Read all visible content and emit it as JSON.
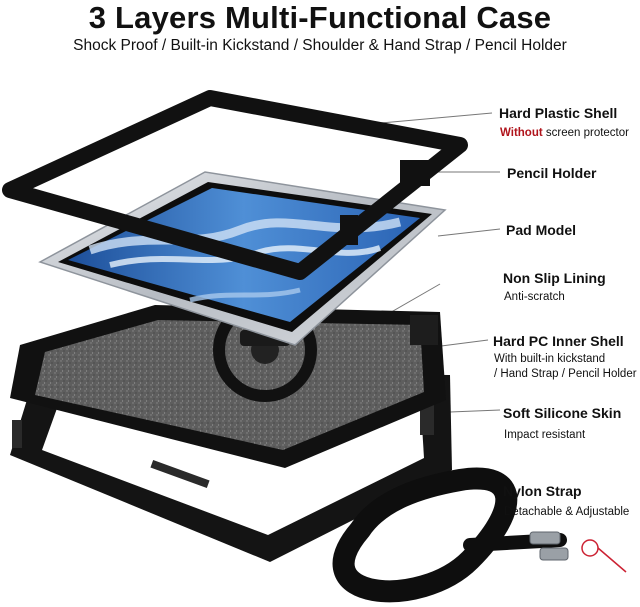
{
  "header": {
    "title": "3 Layers Multi-Functional Case",
    "subtitle": "Shock Proof / Built-in Kickstand / Shoulder & Hand Strap / Pencil Holder"
  },
  "callouts": [
    {
      "label": "Hard Plastic Shell",
      "note_highlight": "Without",
      "note_rest": " screen protector"
    },
    {
      "label": "Pencil Holder"
    },
    {
      "label": "Pad Model"
    },
    {
      "label": "Non Slip Lining",
      "note": "Anti-scratch"
    },
    {
      "label": "Hard PC Inner Shell",
      "note_line1": "With built-in kickstand",
      "note_line2": "/ Hand Strap / Pencil Holder"
    },
    {
      "label": "Soft Silicone Skin",
      "note": "Impact resistant"
    },
    {
      "label": "Nylon Strap",
      "note": "Detachable & Adjustable"
    }
  ],
  "colors": {
    "highlight": "#b0141c",
    "shell": "#111111",
    "screen_blue": "#2f6fc0",
    "lining": "#6b6b6b",
    "leader_line": "#777777"
  }
}
